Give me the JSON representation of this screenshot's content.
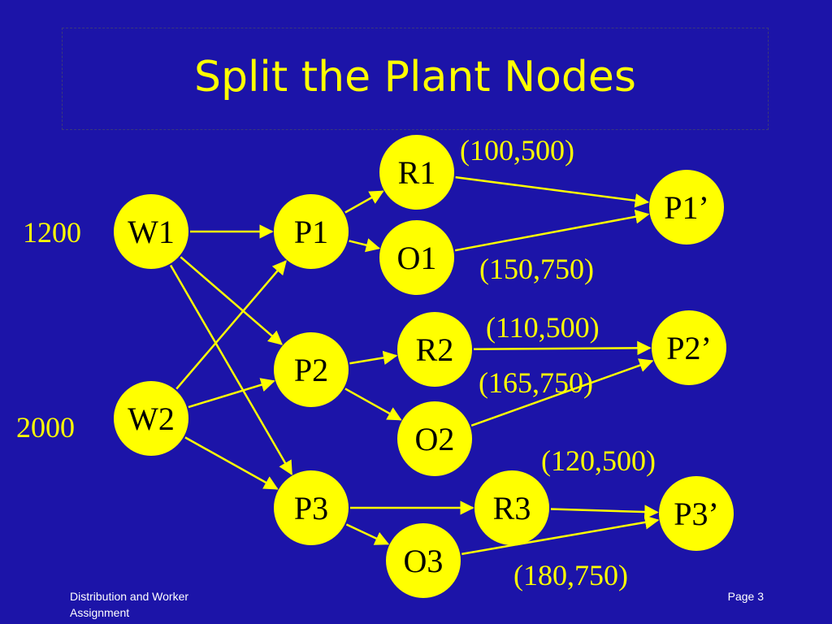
{
  "title": "Split the Plant Nodes",
  "colors": {
    "background": "#1c14a8",
    "node_fill": "#ffff00",
    "edge": "#ffff00",
    "text_accent": "#ffff00"
  },
  "nodes": [
    {
      "id": "W1",
      "label": "W1"
    },
    {
      "id": "W2",
      "label": "W2"
    },
    {
      "id": "P1",
      "label": "P1"
    },
    {
      "id": "P2",
      "label": "P2"
    },
    {
      "id": "P3",
      "label": "P3"
    },
    {
      "id": "R1",
      "label": "R1"
    },
    {
      "id": "O1",
      "label": "O1"
    },
    {
      "id": "R2",
      "label": "R2"
    },
    {
      "id": "O2",
      "label": "O2"
    },
    {
      "id": "R3",
      "label": "R3"
    },
    {
      "id": "O3",
      "label": "O3"
    },
    {
      "id": "P1p",
      "label": "P1’"
    },
    {
      "id": "P2p",
      "label": "P2’"
    },
    {
      "id": "P3p",
      "label": "P3’"
    }
  ],
  "supplies": [
    {
      "node": "W1",
      "label": "1200"
    },
    {
      "node": "W2",
      "label": "2000"
    }
  ],
  "edges": [
    {
      "from": "W1",
      "to": "P1"
    },
    {
      "from": "W1",
      "to": "P2"
    },
    {
      "from": "W1",
      "to": "P3"
    },
    {
      "from": "W2",
      "to": "P1"
    },
    {
      "from": "W2",
      "to": "P2"
    },
    {
      "from": "W2",
      "to": "P3"
    },
    {
      "from": "P1",
      "to": "R1"
    },
    {
      "from": "P1",
      "to": "O1"
    },
    {
      "from": "P2",
      "to": "R2"
    },
    {
      "from": "P2",
      "to": "O2"
    },
    {
      "from": "P3",
      "to": "R3"
    },
    {
      "from": "P3",
      "to": "O3"
    },
    {
      "from": "R1",
      "to": "P1p",
      "label": "(100,500)"
    },
    {
      "from": "O1",
      "to": "P1p",
      "label": "(150,750)"
    },
    {
      "from": "R2",
      "to": "P2p",
      "label": "(110,500)"
    },
    {
      "from": "O2",
      "to": "P2p",
      "label": "(165,750)"
    },
    {
      "from": "R3",
      "to": "P3p",
      "label": "(120,500)"
    },
    {
      "from": "O3",
      "to": "P3p",
      "label": "(180,750)"
    }
  ],
  "footer": {
    "left": "Distribution and Worker Assignment",
    "right": "Page 3"
  }
}
